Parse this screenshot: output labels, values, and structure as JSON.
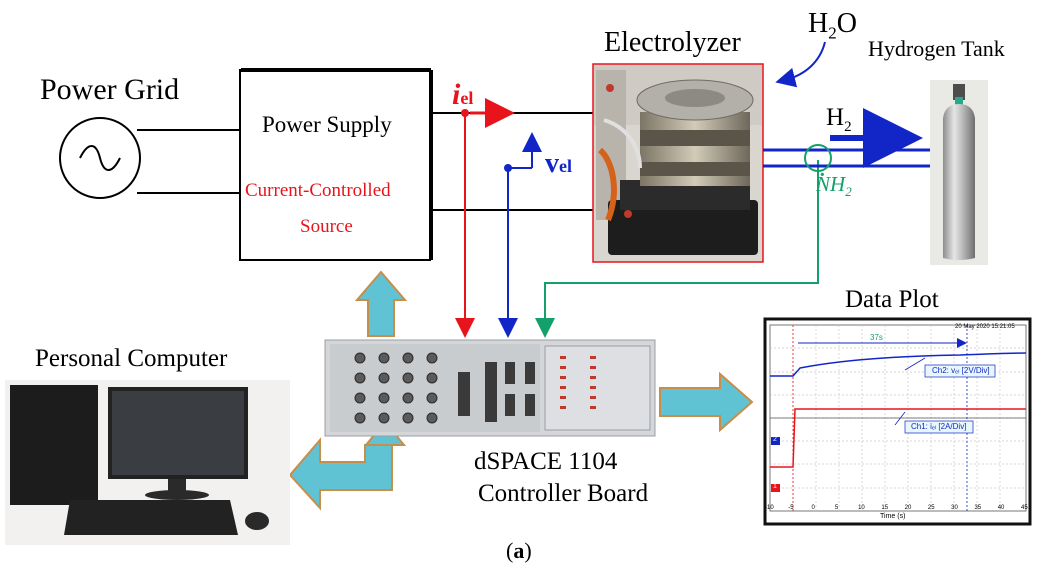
{
  "labels": {
    "power_grid": "Power Grid",
    "power_supply": "Power Supply",
    "current_controlled": "Current-Controlled",
    "source": "Source",
    "i_el": "i",
    "i_el_sub": "el",
    "v_el": "v",
    "v_el_sub": "el",
    "electrolyzer": "Electrolyzer",
    "h2o": "H",
    "h2o_sub": "2",
    "h2o_tail": "O",
    "hydrogen_tank": "Hydrogen Tank",
    "h2": "H",
    "h2_sub": "2",
    "nh2": "NH",
    "nh2_sub": "2",
    "data_plot": "Data Plot",
    "personal_computer": "Personal Computer",
    "dspace_line1": "dSPACE 1104",
    "dspace_line2": "Controller Board",
    "caption_open": "(",
    "caption_letter": "a",
    "caption_close": ")"
  },
  "plot": {
    "ch2_label": "Ch2: vₑₗ [2V/Div]",
    "ch1_label": "Ch1: iₑₗ [2A/Div]",
    "time_marker": "37s",
    "date_text": "20 May 2020 15:21:05",
    "xlabel": "Time (s)",
    "x_ticks": [
      "-10",
      "-5",
      "0",
      "5",
      "10",
      "15",
      "20",
      "25",
      "30",
      "35",
      "40",
      "45"
    ],
    "marker_2": "2",
    "marker_1": "1"
  },
  "colors": {
    "current_signal": "#e8141b",
    "voltage_signal": "#1226c8",
    "flow_signal": "#13a06a",
    "block_arrow": "#5fc3d3"
  }
}
